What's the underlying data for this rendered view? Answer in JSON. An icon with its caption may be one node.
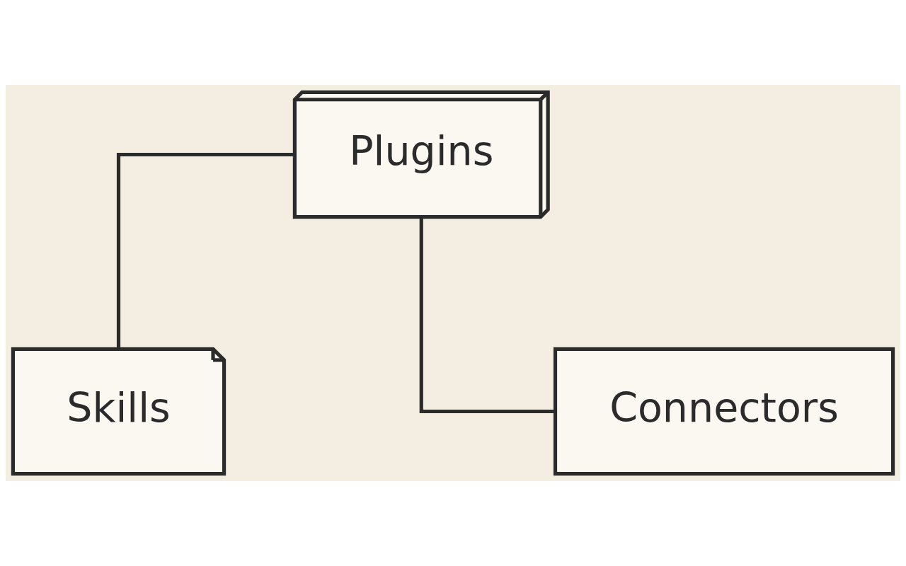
{
  "diagram": {
    "nodes": [
      {
        "text": [
          "Plugins"
        ]
      },
      {
        "text": [
          "Skills"
        ]
      },
      {
        "text": [
          "Connectors"
        ]
      }
    ],
    "edges": [
      {
        "from": 0,
        "to": 1,
        "arrow": "none"
      },
      {
        "from": 0,
        "to": 2,
        "arrow": "none"
      }
    ]
  }
}
